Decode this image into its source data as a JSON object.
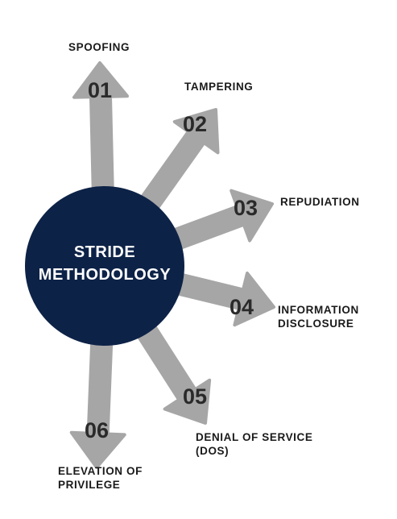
{
  "center": {
    "line1": "STRIDE",
    "line2": "METHODOLOGY"
  },
  "colors": {
    "center_fill": "#0d2247",
    "arrow_fill": "#a6a6a6",
    "number_text": "#2a2a2a",
    "label_text": "#1a1a1a"
  },
  "threats": [
    {
      "number": "01",
      "label_lines": [
        "SPOOFING"
      ]
    },
    {
      "number": "02",
      "label_lines": [
        "TAMPERING"
      ]
    },
    {
      "number": "03",
      "label_lines": [
        "REPUDIATION"
      ]
    },
    {
      "number": "04",
      "label_lines": [
        "INFORMATION",
        "DISCLOSURE"
      ]
    },
    {
      "number": "05",
      "label_lines": [
        "DENIAL OF SERVICE",
        "(DOS)"
      ]
    },
    {
      "number": "06",
      "label_lines": [
        "ELEVATION OF",
        "PRIVILEGE"
      ]
    }
  ]
}
